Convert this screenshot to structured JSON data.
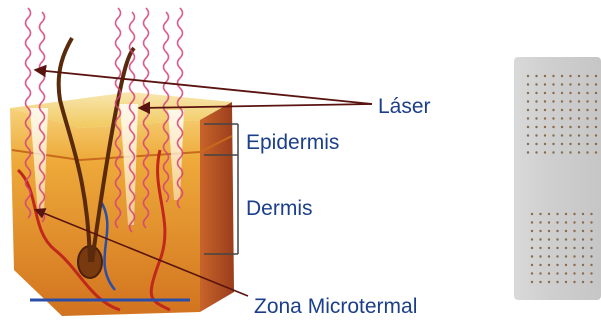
{
  "labels": {
    "laser": "Láser",
    "epidermis": "Epidermis",
    "dermis": "Dermis",
    "zona_microtermal": "Zona Microtermal"
  },
  "colors": {
    "label_text": "#1c3f8c",
    "arrows": "#5a1410",
    "laser_waves": "#d6407a",
    "skin_top": "#f3c75a",
    "skin_mid": "#e8922a",
    "skin_side": "#b5461c",
    "bracket": "#444444",
    "dots": "#8a6a4a"
  },
  "icons": [
    "laser-wave-icon",
    "hair-follicle-icon",
    "blood-vessel-icon"
  ]
}
